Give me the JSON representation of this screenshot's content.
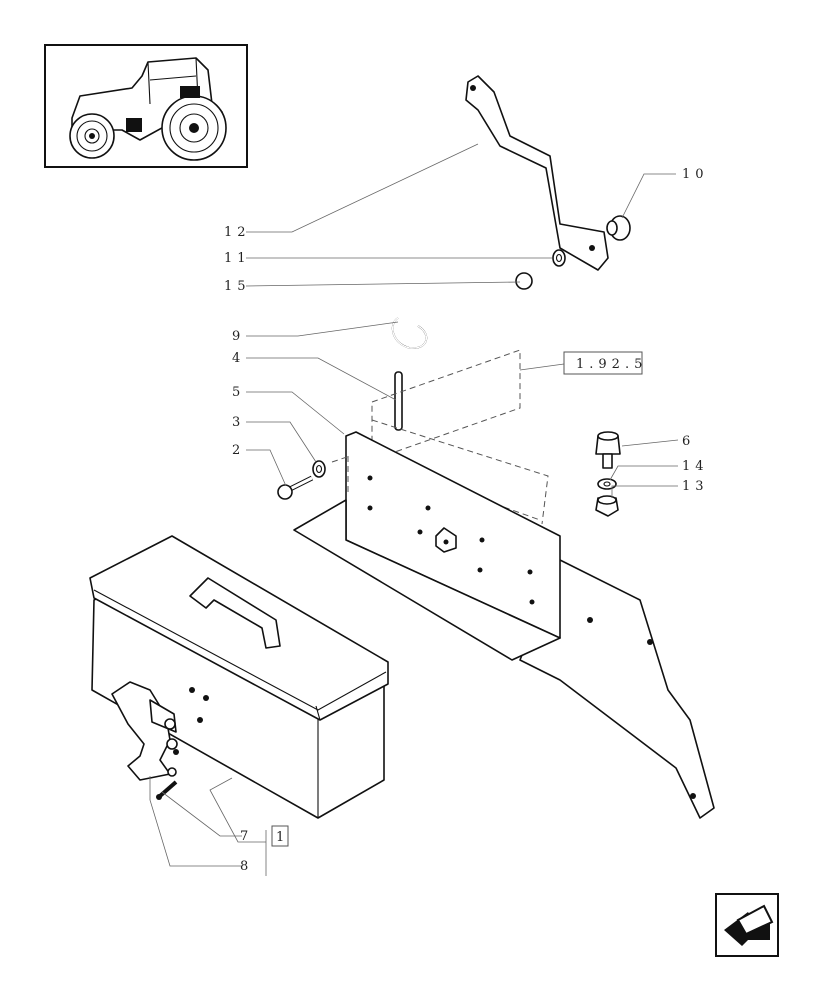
{
  "callouts": {
    "c12": "12",
    "c11": "11",
    "c15": "15",
    "c10": "10",
    "c9": "9",
    "c4": "4",
    "c5": "5",
    "c3": "3",
    "c2": "2",
    "c6": "6",
    "c14": "14",
    "c13": "13",
    "c7": "7",
    "c8": "8"
  },
  "refs": {
    "ref_box": "1.92.5",
    "kit_box": "1"
  },
  "icons": {
    "thumbnail": "tractor-location-icon",
    "nav": "back-arrow-icon"
  },
  "colors": {
    "line": "#111111",
    "leader": "#666666",
    "background": "#ffffff"
  }
}
